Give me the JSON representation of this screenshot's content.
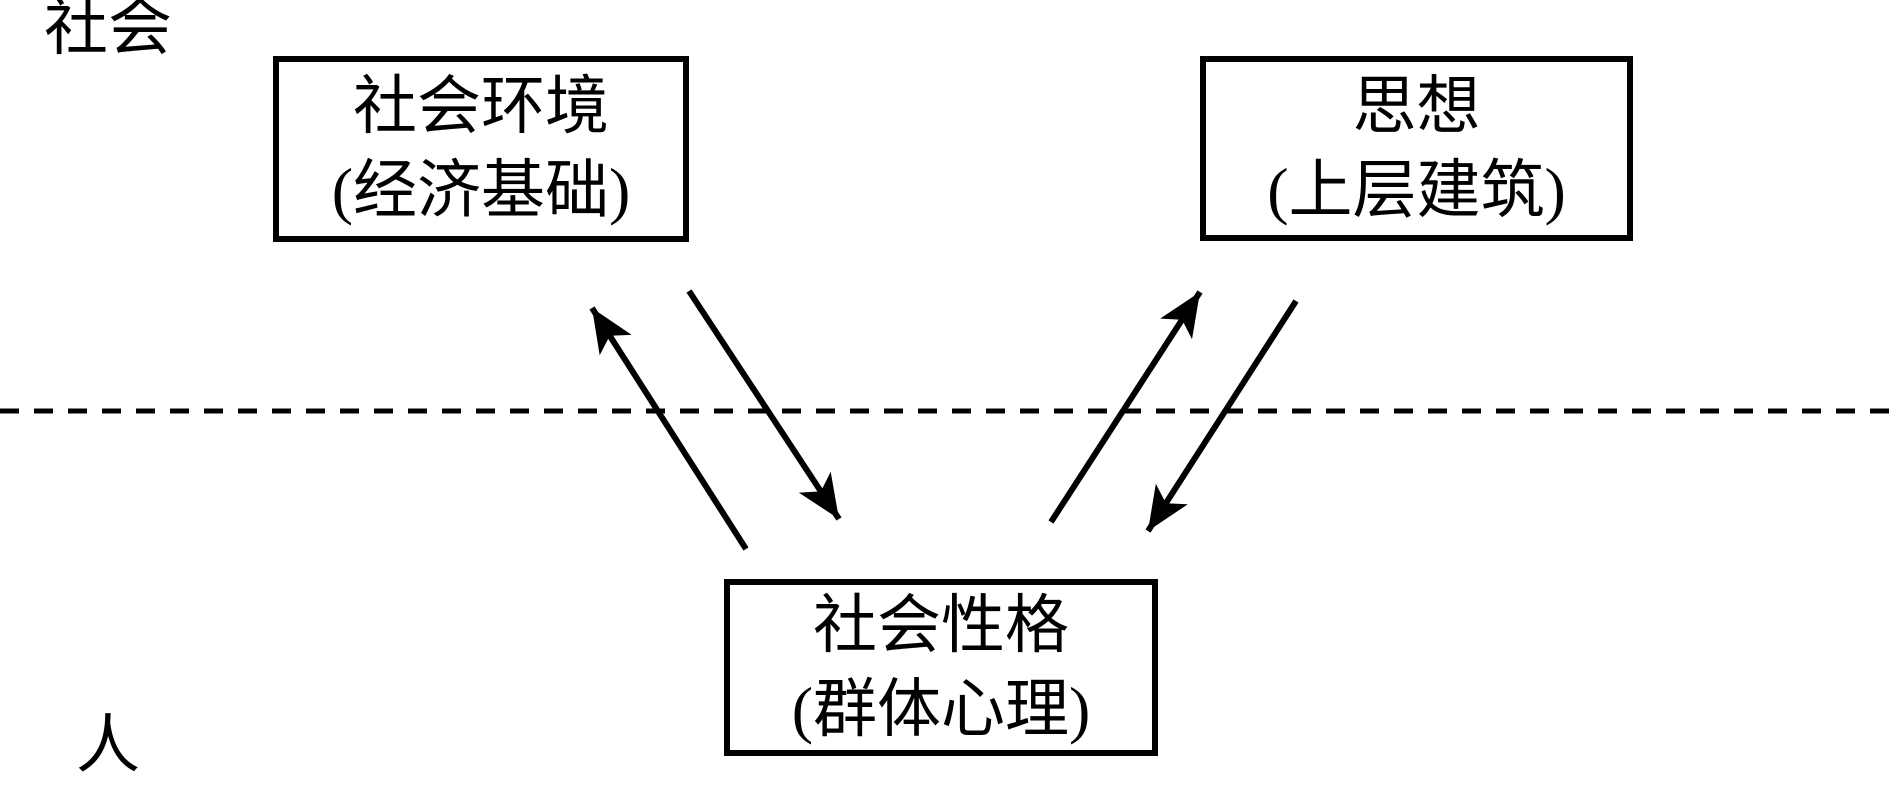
{
  "diagram": {
    "title": "",
    "region_labels": {
      "top_left": "社会",
      "bottom_left": "人"
    },
    "nodes": [
      {
        "id": "social-environment",
        "line1": "社会环境",
        "line2": "(经济基础)"
      },
      {
        "id": "thought",
        "line1": "思想",
        "line2": "(上层建筑)"
      },
      {
        "id": "social-character",
        "line1": "社会性格",
        "line2": "(群体心理)"
      }
    ],
    "edges": [
      {
        "from": "social-character",
        "to": "social-environment",
        "style": "arrow"
      },
      {
        "from": "social-environment",
        "to": "social-character",
        "style": "arrow"
      },
      {
        "from": "social-character",
        "to": "thought",
        "style": "arrow"
      },
      {
        "from": "thought",
        "to": "social-character",
        "style": "arrow"
      }
    ],
    "divider": {
      "style": "dashed",
      "separates": [
        "社会",
        "人"
      ]
    },
    "colors": {
      "ink": "#000000",
      "background": "#ffffff"
    }
  }
}
